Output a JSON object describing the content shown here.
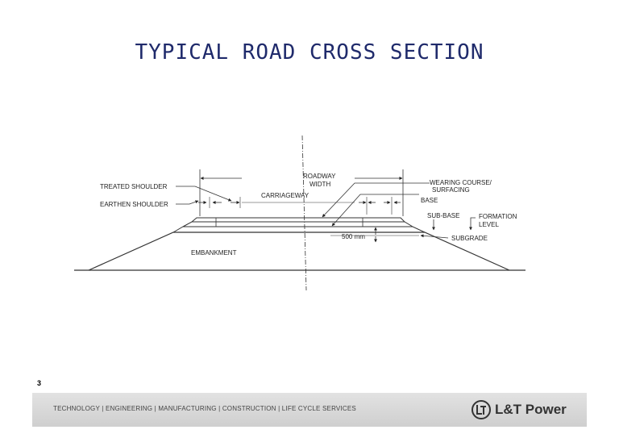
{
  "title": "TYPICAL ROAD CROSS SECTION",
  "labels": {
    "treated_shoulder": "TREATED SHOULDER",
    "earthen_shoulder": "EARTHEN SHOULDER",
    "carriageway": "CARRIAGEWAY",
    "roadway": "ROADWAY",
    "width": "WIDTH",
    "wearing_course": "WEARING COURSE/",
    "surfacing": "SURFACING",
    "base": "BASE",
    "sub_base": "SUB-BASE",
    "formation": "FORMATION",
    "level": "LEVEL",
    "depth_500": "500 mm",
    "subgrade": "SUBGRADE",
    "embankment": "EMBANKMENT"
  },
  "page_number": "3",
  "footer": {
    "items": "TECHNOLOGY  |  ENGINEERING  |  MANUFACTURING  |  CONSTRUCTION  |  LIFE CYCLE SERVICES",
    "brand": "L&T Power",
    "logo_icon": "lt-logo-icon"
  }
}
